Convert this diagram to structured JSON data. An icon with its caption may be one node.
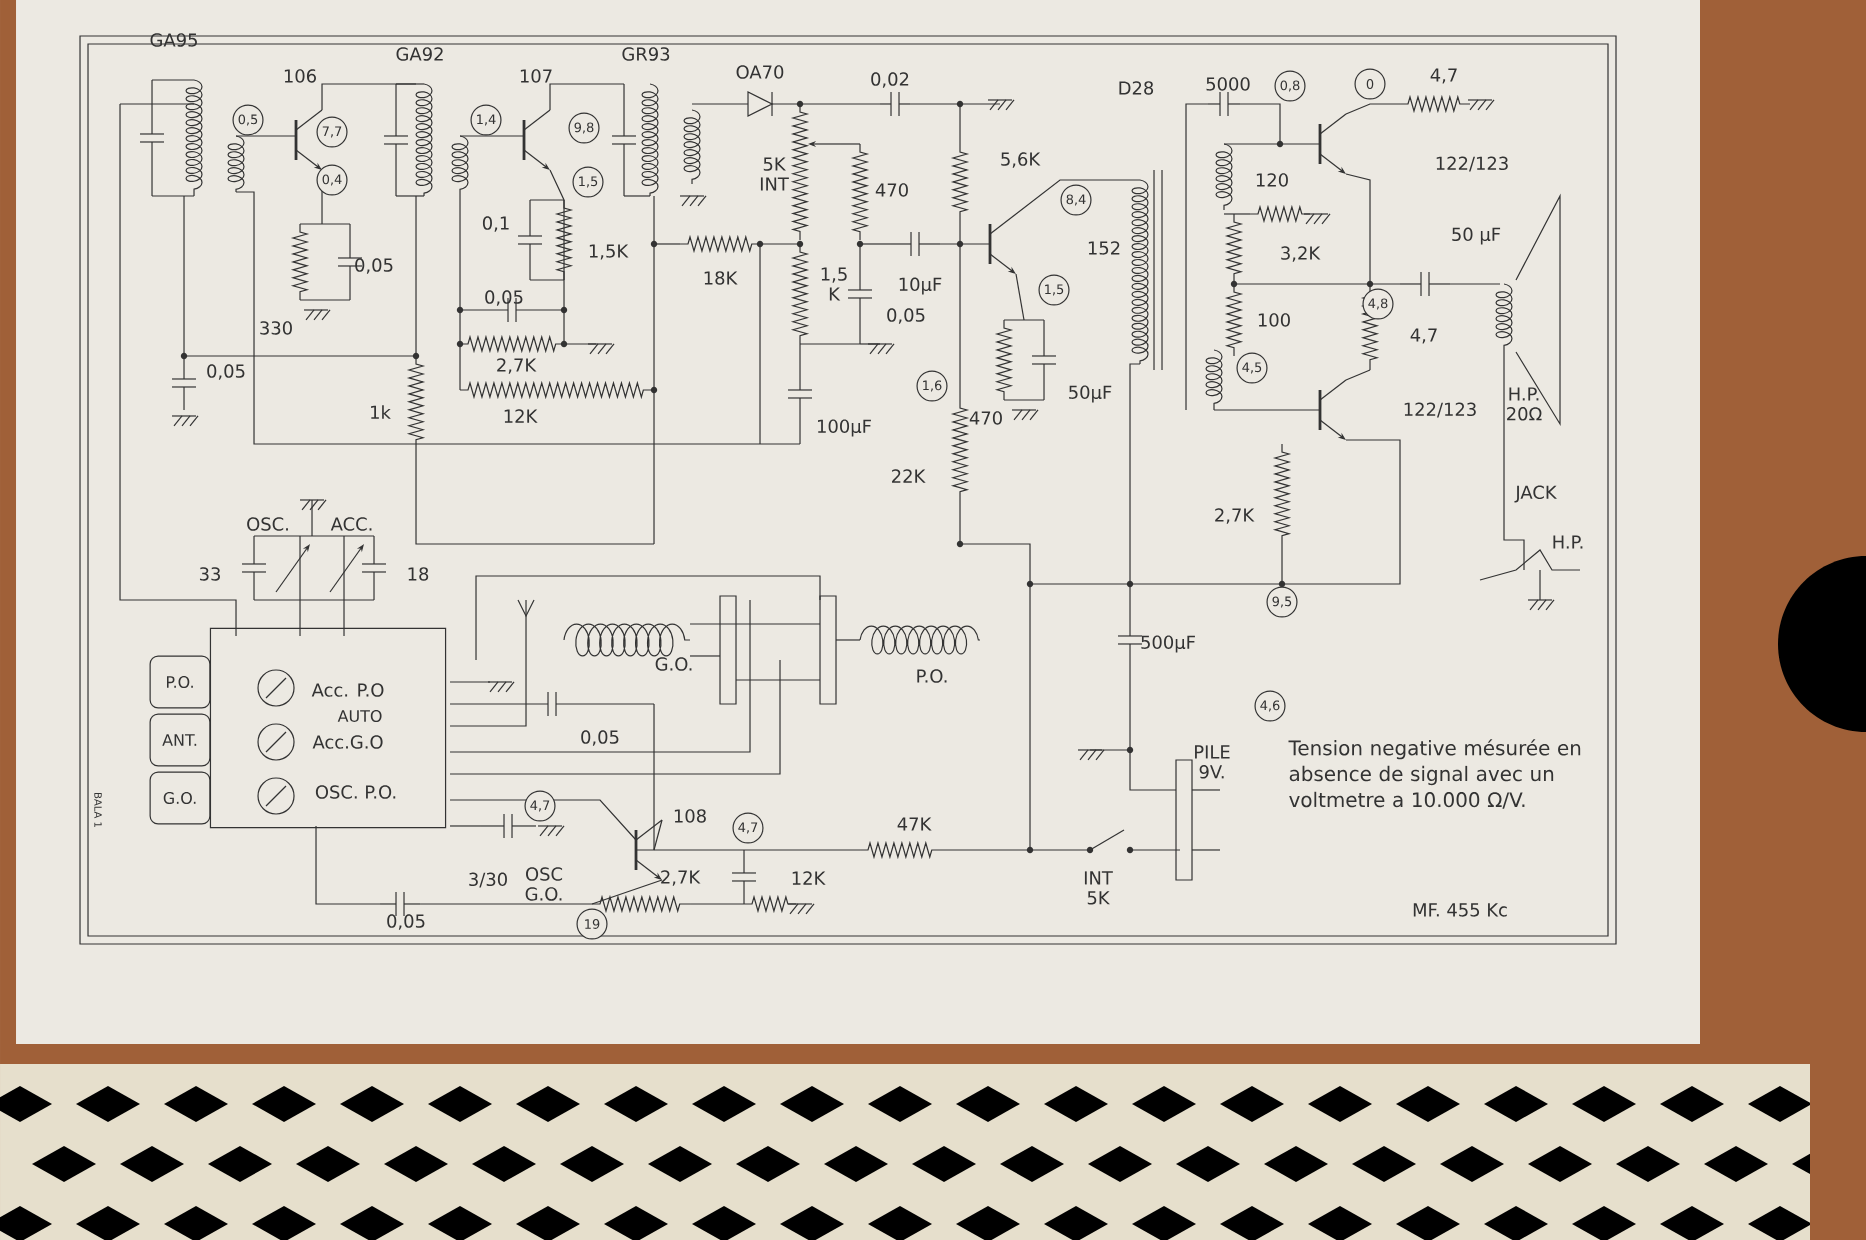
{
  "diagram": {
    "nodes": [
      {
        "text": [
          "Acc. P.O",
          "AUTO",
          "Acc.G.O",
          "OSC. P.O."
        ]
      },
      {
        "text": [
          "P.O."
        ]
      },
      {
        "text": [
          "ANT."
        ]
      },
      {
        "text": [
          "G.O."
        ]
      }
    ],
    "labels": [
      "GA95",
      "GA92",
      "GR93",
      "106",
      "107",
      "OA70",
      "0,02",
      "D28",
      "5000",
      "0,8",
      "0",
      "4,7",
      "0,5",
      "1,4",
      "7,7",
      "9,8",
      "5K INT",
      "5,6K",
      "122/123",
      "0,4",
      "1,5",
      "470",
      "120",
      "8,4",
      "0,1",
      "152",
      "50 µF",
      "1,5K",
      "3,2K",
      "0,05",
      "18K",
      "1,5 K",
      "10µF",
      "1,5",
      "0,05",
      "330",
      "0,05",
      "4,8",
      "100",
      "4,7",
      "2,7K",
      "4,5",
      "0,05",
      "1k",
      "12K",
      "1,6",
      "470",
      "50µF",
      "122/123",
      "H.P. 20Ω",
      "100µF",
      "22K",
      "JACK",
      "2,7K",
      "OSC.",
      "ACC.",
      "H.P.",
      "33",
      "18",
      "9,5",
      "500µF",
      "G.O.",
      "P.O.",
      "0,05",
      "4,6",
      "Tension negative mésurée en absence de signal avec un voltmetre a 10.000 Ω/V.",
      "PILE 9V.",
      "4,7",
      "108",
      "4,7",
      "47K",
      "3/30",
      "OSC G.O.",
      "2,7K",
      "12K",
      "INT 5K",
      "0,05",
      "19",
      "MF. 455 Kc",
      "BALA 1"
    ]
  }
}
